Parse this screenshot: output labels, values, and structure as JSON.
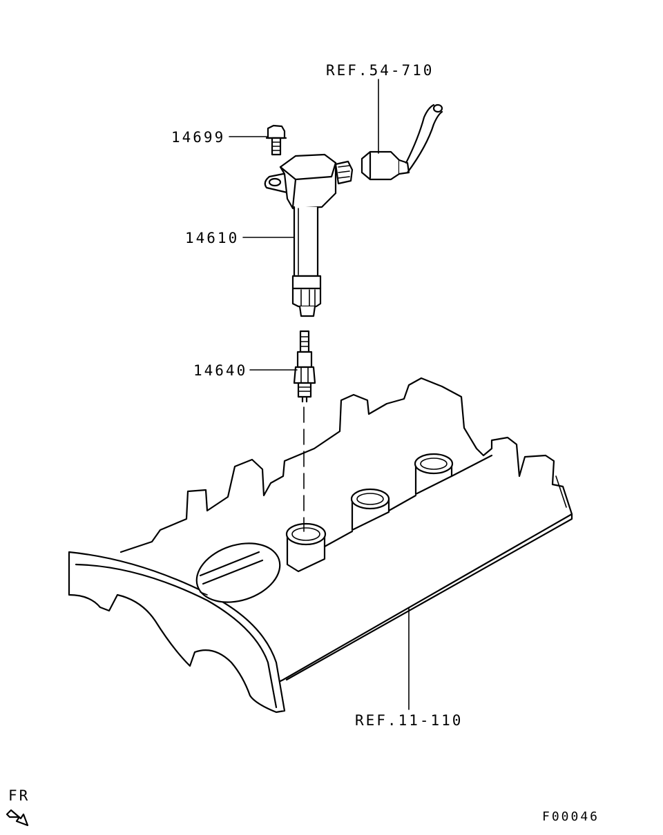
{
  "labels": {
    "ref_harness": "REF.54-710",
    "bolt": "14699",
    "coil": "14610",
    "plug": "14640",
    "ref_cover": "REF.11-110",
    "fr": "FR",
    "figure_id": "F00046"
  }
}
